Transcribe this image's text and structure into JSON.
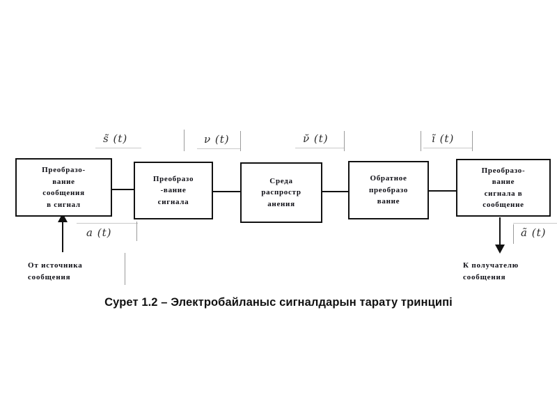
{
  "figure": {
    "caption": "Сурет 1.2 – Электробайланыс сигналдарын тарату тринципі",
    "type": "block-diagram",
    "ink_color": "#111111",
    "background_color": "#ffffff"
  },
  "blocks": [
    {
      "id": "box-1",
      "label": "Преобразо-\nвание\nсообщения\nв сигнал"
    },
    {
      "id": "box-2",
      "label": "Преобразо\n-вание\nсигнала"
    },
    {
      "id": "box-3",
      "label": "Среда\nраспростр\nанения"
    },
    {
      "id": "box-4",
      "label": "Обратное\nпреобразо\nвание"
    },
    {
      "id": "box-5",
      "label": "Преобразо-\nвание\nсигнала в\nсообщенне"
    }
  ],
  "signal_labels": {
    "after_block_1": "s̃ (t)",
    "after_block_2": "ν (t)",
    "after_block_3": "ν̆ (t)",
    "after_block_4": "ĩ (t)",
    "input": "a (t)",
    "output": "ã (t)"
  },
  "endpoints": {
    "source": "От источника\nсообщения",
    "sink": "К получателю\nсообщения"
  }
}
